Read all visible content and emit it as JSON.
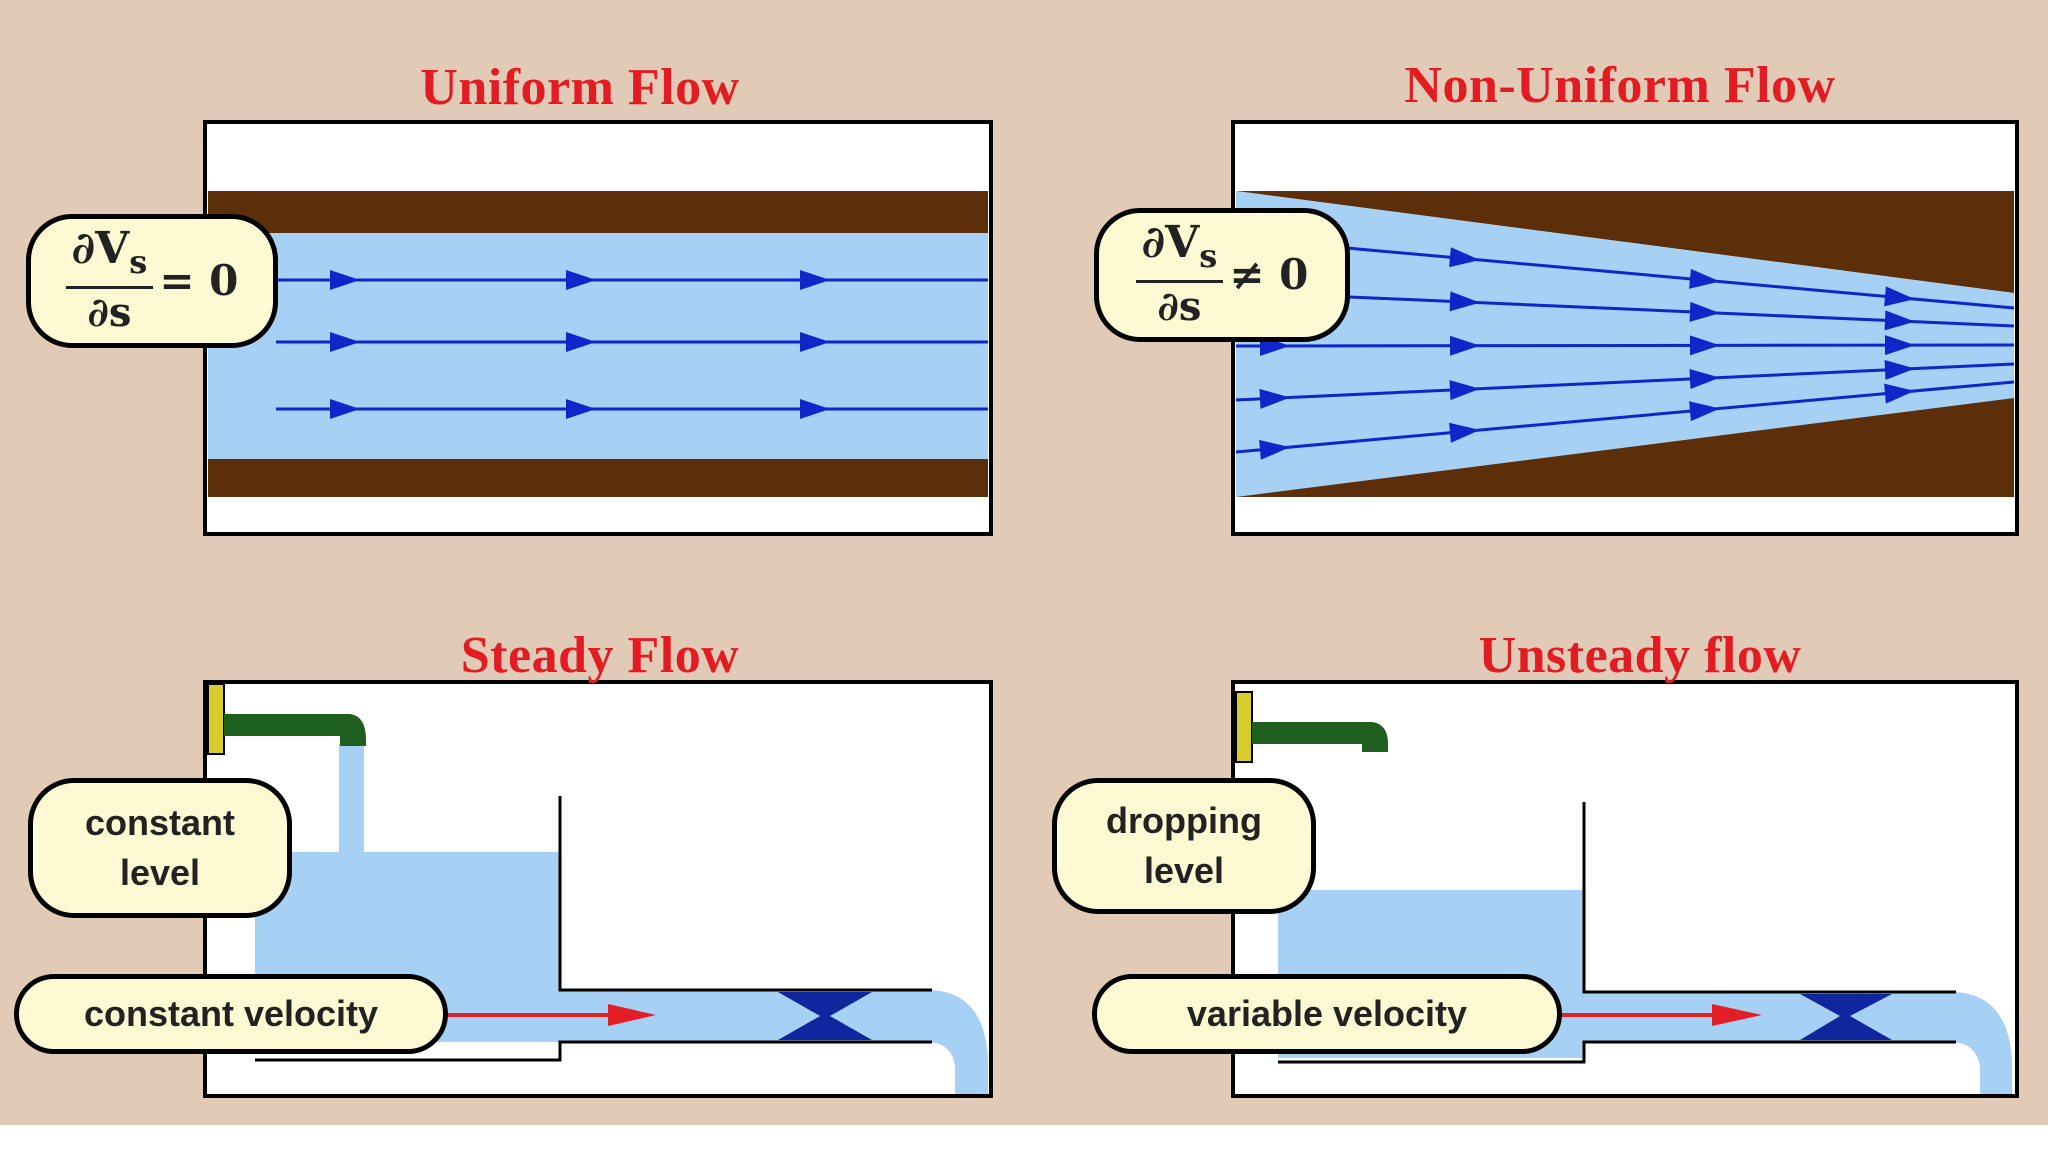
{
  "panels": {
    "uniform": {
      "title": "Uniform Flow",
      "formula": {
        "numerator": "∂V",
        "subscript": "s",
        "denominator": "∂s",
        "relation": "= 0"
      }
    },
    "non_uniform": {
      "title": "Non-Uniform Flow",
      "formula": {
        "numerator": "∂V",
        "subscript": "s",
        "denominator": "∂s",
        "relation": "≠ 0"
      }
    },
    "steady": {
      "title": "Steady Flow",
      "level_label_line1": "constant",
      "level_label_line2": "level",
      "velocity_label": "constant velocity"
    },
    "unsteady": {
      "title": "Unsteady flow",
      "level_label_line1": "dropping",
      "level_label_line2": "level",
      "velocity_label": "variable velocity"
    }
  },
  "colors": {
    "background": "#e2cbb6",
    "title": "#e31c23",
    "pipe_wall": "#5c2e0a",
    "water": "#a6d1f5",
    "streamline": "#1026c9",
    "callout_fill": "#fdf9d3",
    "faucet": "#1e5e1e",
    "faucet_mount": "#d9cd2e",
    "velocity_arrow": "#e41e26",
    "throat": "#10269e"
  }
}
